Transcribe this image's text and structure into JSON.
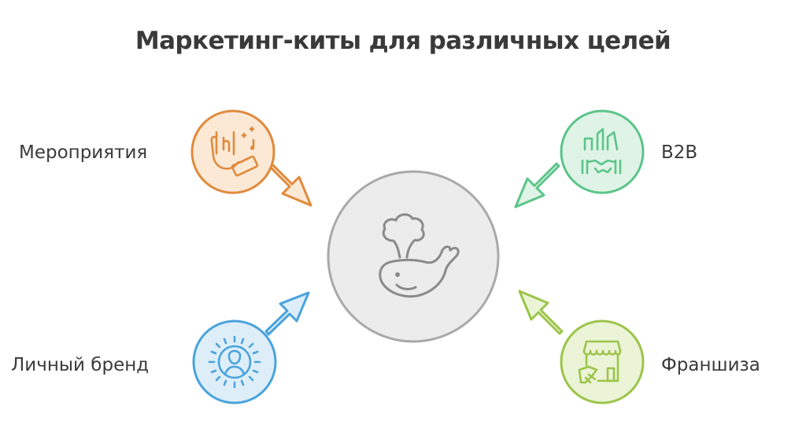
{
  "title": "Маркетинг-киты для различных целей",
  "center": {
    "icon": "whale-icon"
  },
  "items": [
    {
      "label": "Мероприятия",
      "icon": "rock-hand-ticket-icon",
      "color": "#e08a3c",
      "fill": "#fbe9d6",
      "position": "top-left"
    },
    {
      "label": "B2B",
      "icon": "buildings-handshake-icon",
      "color": "#5cc48a",
      "fill": "#dff4e6",
      "position": "top-right"
    },
    {
      "label": "Личный бренд",
      "icon": "person-spotlight-icon",
      "color": "#4aa3dc",
      "fill": "#ddeef9",
      "position": "bottom-left"
    },
    {
      "label": "Франшиза",
      "icon": "storefront-handshake-icon",
      "color": "#9cc44a",
      "fill": "#ebf4d6",
      "position": "bottom-right"
    }
  ],
  "colors": {
    "center_stroke": "#a9a9a9",
    "center_fill": "#ececec",
    "icon_stroke": "#8a8a8a",
    "text": "#3a3a3a"
  }
}
